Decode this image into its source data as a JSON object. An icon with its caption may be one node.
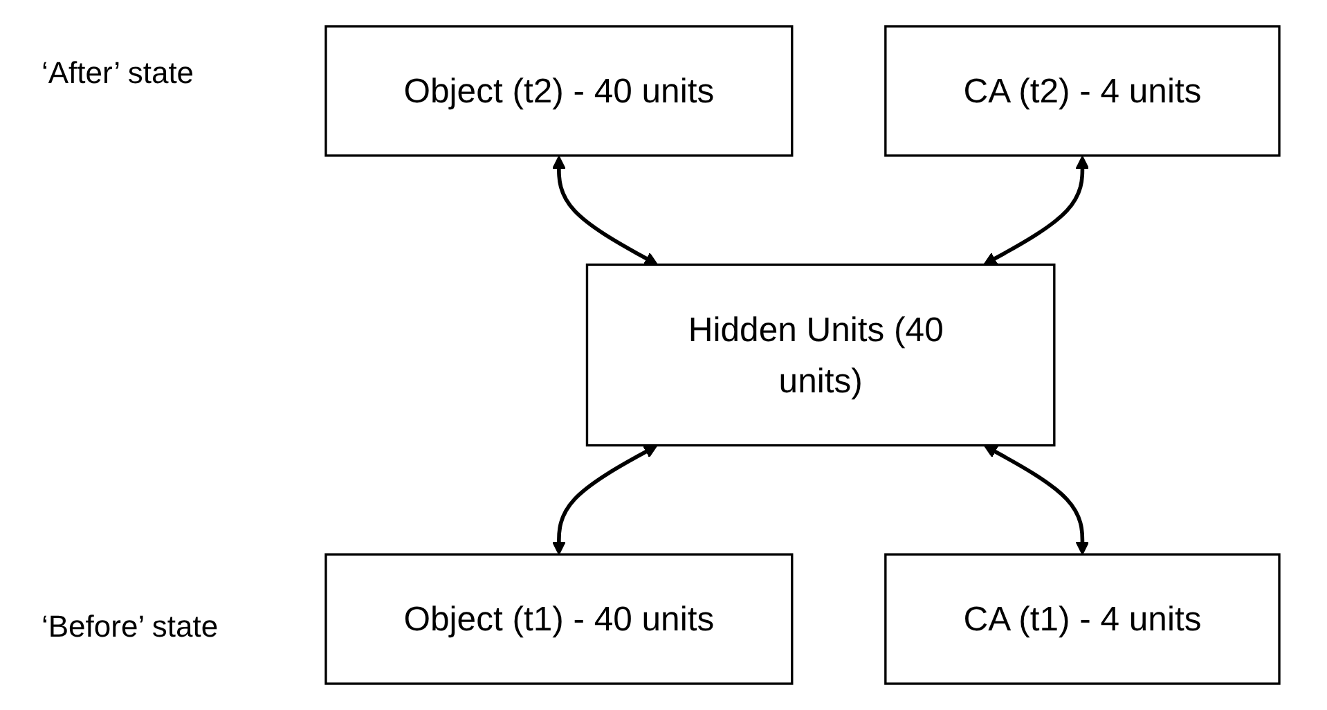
{
  "diagram": {
    "nodes": [
      {
        "text": [
          "Object (t2) - 40 units"
        ]
      },
      {
        "text": [
          "CA (t2) - 4 units"
        ]
      },
      {
        "text": [
          "Hidden Units (40 units)"
        ]
      },
      {
        "text": [
          "Object (t1) - 40 units"
        ]
      },
      {
        "text": [
          "CA (t1) - 4 units"
        ]
      }
    ],
    "edges": [
      {
        "from": 0,
        "to": 2,
        "arrow": "both"
      },
      {
        "from": 1,
        "to": 2,
        "arrow": "both"
      },
      {
        "from": 2,
        "to": 3,
        "arrow": "both"
      },
      {
        "from": 2,
        "to": 4,
        "arrow": "both"
      }
    ],
    "labels": [
      "‘After’ state",
      "‘Before’ state"
    ]
  }
}
